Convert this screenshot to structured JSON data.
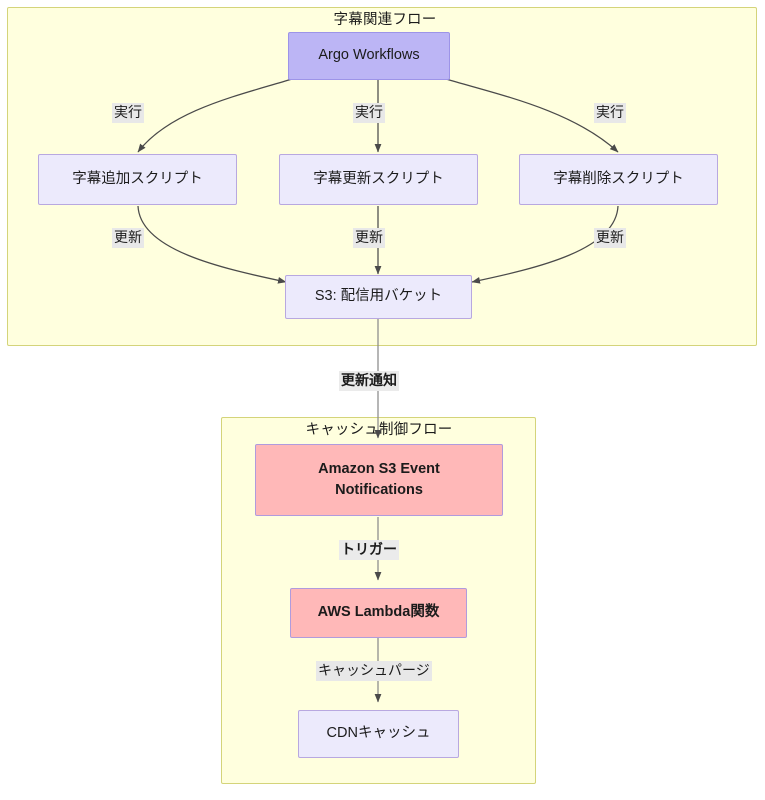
{
  "diagram": {
    "title_bar": null,
    "background": "#ffffff",
    "clusters": [
      {
        "id": "subtitle-flow",
        "label": "字幕関連フロー",
        "fill": "#ffffde",
        "stroke": "#d4d47a"
      },
      {
        "id": "cache-flow",
        "label": "キャッシュ制御フロー",
        "fill": "#ffffde",
        "stroke": "#d4d47a"
      }
    ],
    "nodes": [
      {
        "id": "argo",
        "label": "Argo Workflows",
        "fill": "#bcb5f5",
        "stroke": "#9d94e8"
      },
      {
        "id": "add-script",
        "label": "字幕追加スクリプト",
        "fill": "#eceafc",
        "stroke": "#b8a8e0"
      },
      {
        "id": "update-script",
        "label": "字幕更新スクリプト",
        "fill": "#eceafc",
        "stroke": "#b8a8e0"
      },
      {
        "id": "delete-script",
        "label": "字幕削除スクリプト",
        "fill": "#eceafc",
        "stroke": "#b8a8e0"
      },
      {
        "id": "s3-bucket",
        "label": "S3: 配信用バケット",
        "fill": "#eceafc",
        "stroke": "#b8a8e0"
      },
      {
        "id": "s3-events",
        "label": "Amazon S3 Event Notifications",
        "line1": "Amazon S3 Event",
        "line2": "Notifications",
        "fill": "#ffb8b8",
        "stroke": "#b09bdd"
      },
      {
        "id": "lambda",
        "label": "AWS Lambda関数",
        "fill": "#ffb8b8",
        "stroke": "#b09bdd"
      },
      {
        "id": "cdn-cache",
        "label": "CDNキャッシュ",
        "fill": "#eceafc",
        "stroke": "#b8a8e0"
      }
    ],
    "edge_labels": [
      {
        "id": "exec-left",
        "text": "実行"
      },
      {
        "id": "exec-mid",
        "text": "実行"
      },
      {
        "id": "exec-right",
        "text": "実行"
      },
      {
        "id": "update-left",
        "text": "更新"
      },
      {
        "id": "update-mid",
        "text": "更新"
      },
      {
        "id": "update-right",
        "text": "更新"
      },
      {
        "id": "update-notify",
        "text": "更新通知"
      },
      {
        "id": "trigger",
        "text": "トリガー"
      },
      {
        "id": "cache-purge",
        "text": "キャッシュパージ"
      }
    ],
    "edge_color": "#4a4a4a"
  }
}
